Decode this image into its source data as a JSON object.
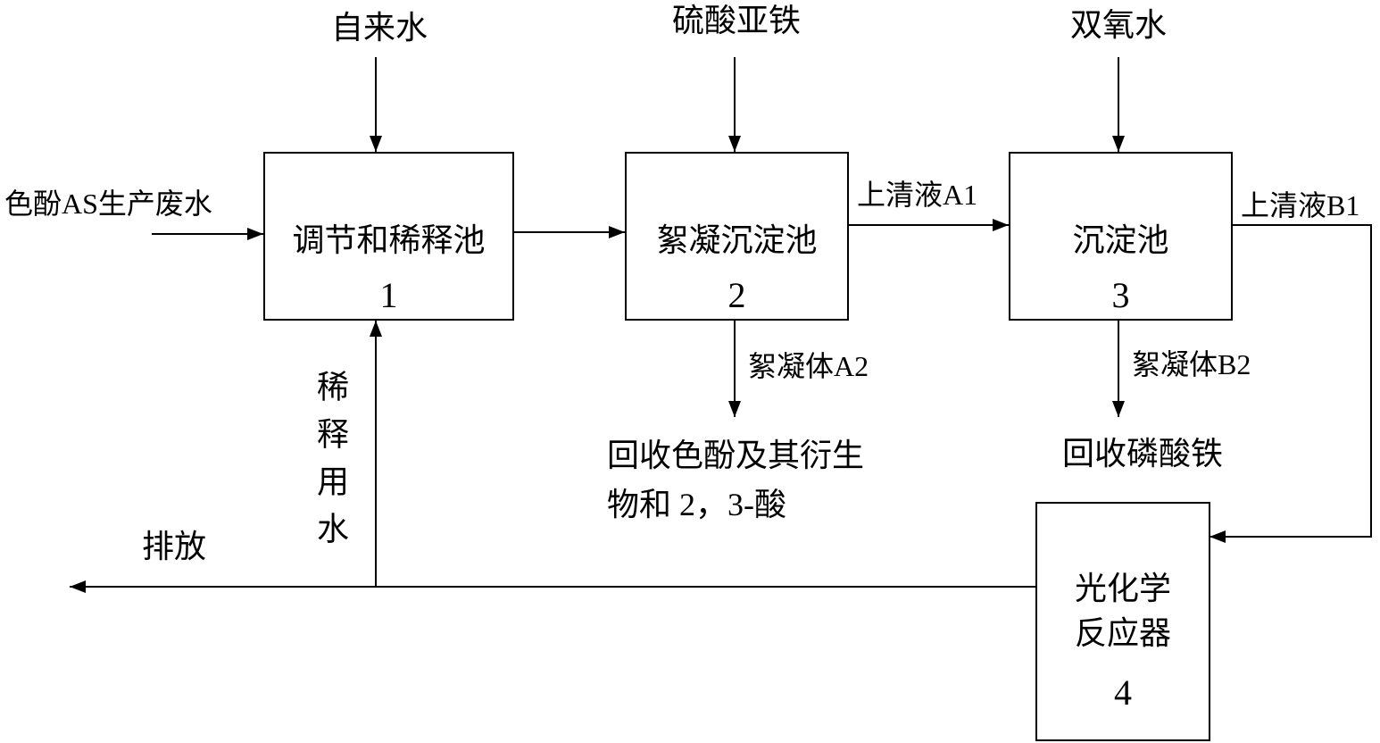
{
  "inputs": {
    "tap_water": "自来水",
    "ferrous_sulfate": "硫酸亚铁",
    "hydrogen_peroxide": "双氧水",
    "wastewater": "色酚AS生产废水"
  },
  "units": [
    {
      "name": "调节和稀释池",
      "number": "1"
    },
    {
      "name": "絮凝沉淀池",
      "number": "2"
    },
    {
      "name": "沉淀池",
      "number": "3"
    },
    {
      "name_lines": [
        "光化学",
        "反应器"
      ],
      "number": "4"
    }
  ],
  "streams": {
    "supernatant_a1": "上清液A1",
    "supernatant_b1": "上清液B1",
    "floc_a2": "絮凝体A2",
    "floc_b2": "絮凝体B2",
    "discharge": "排放",
    "dilution_water": "稀释用水"
  },
  "products": {
    "recovery_a_lines": [
      "回收色酚及其衍生",
      "物和 2，3-酸"
    ],
    "recovery_b": "回收磷酸铁"
  },
  "colors": {
    "line": "#000000",
    "background": "#ffffff"
  }
}
